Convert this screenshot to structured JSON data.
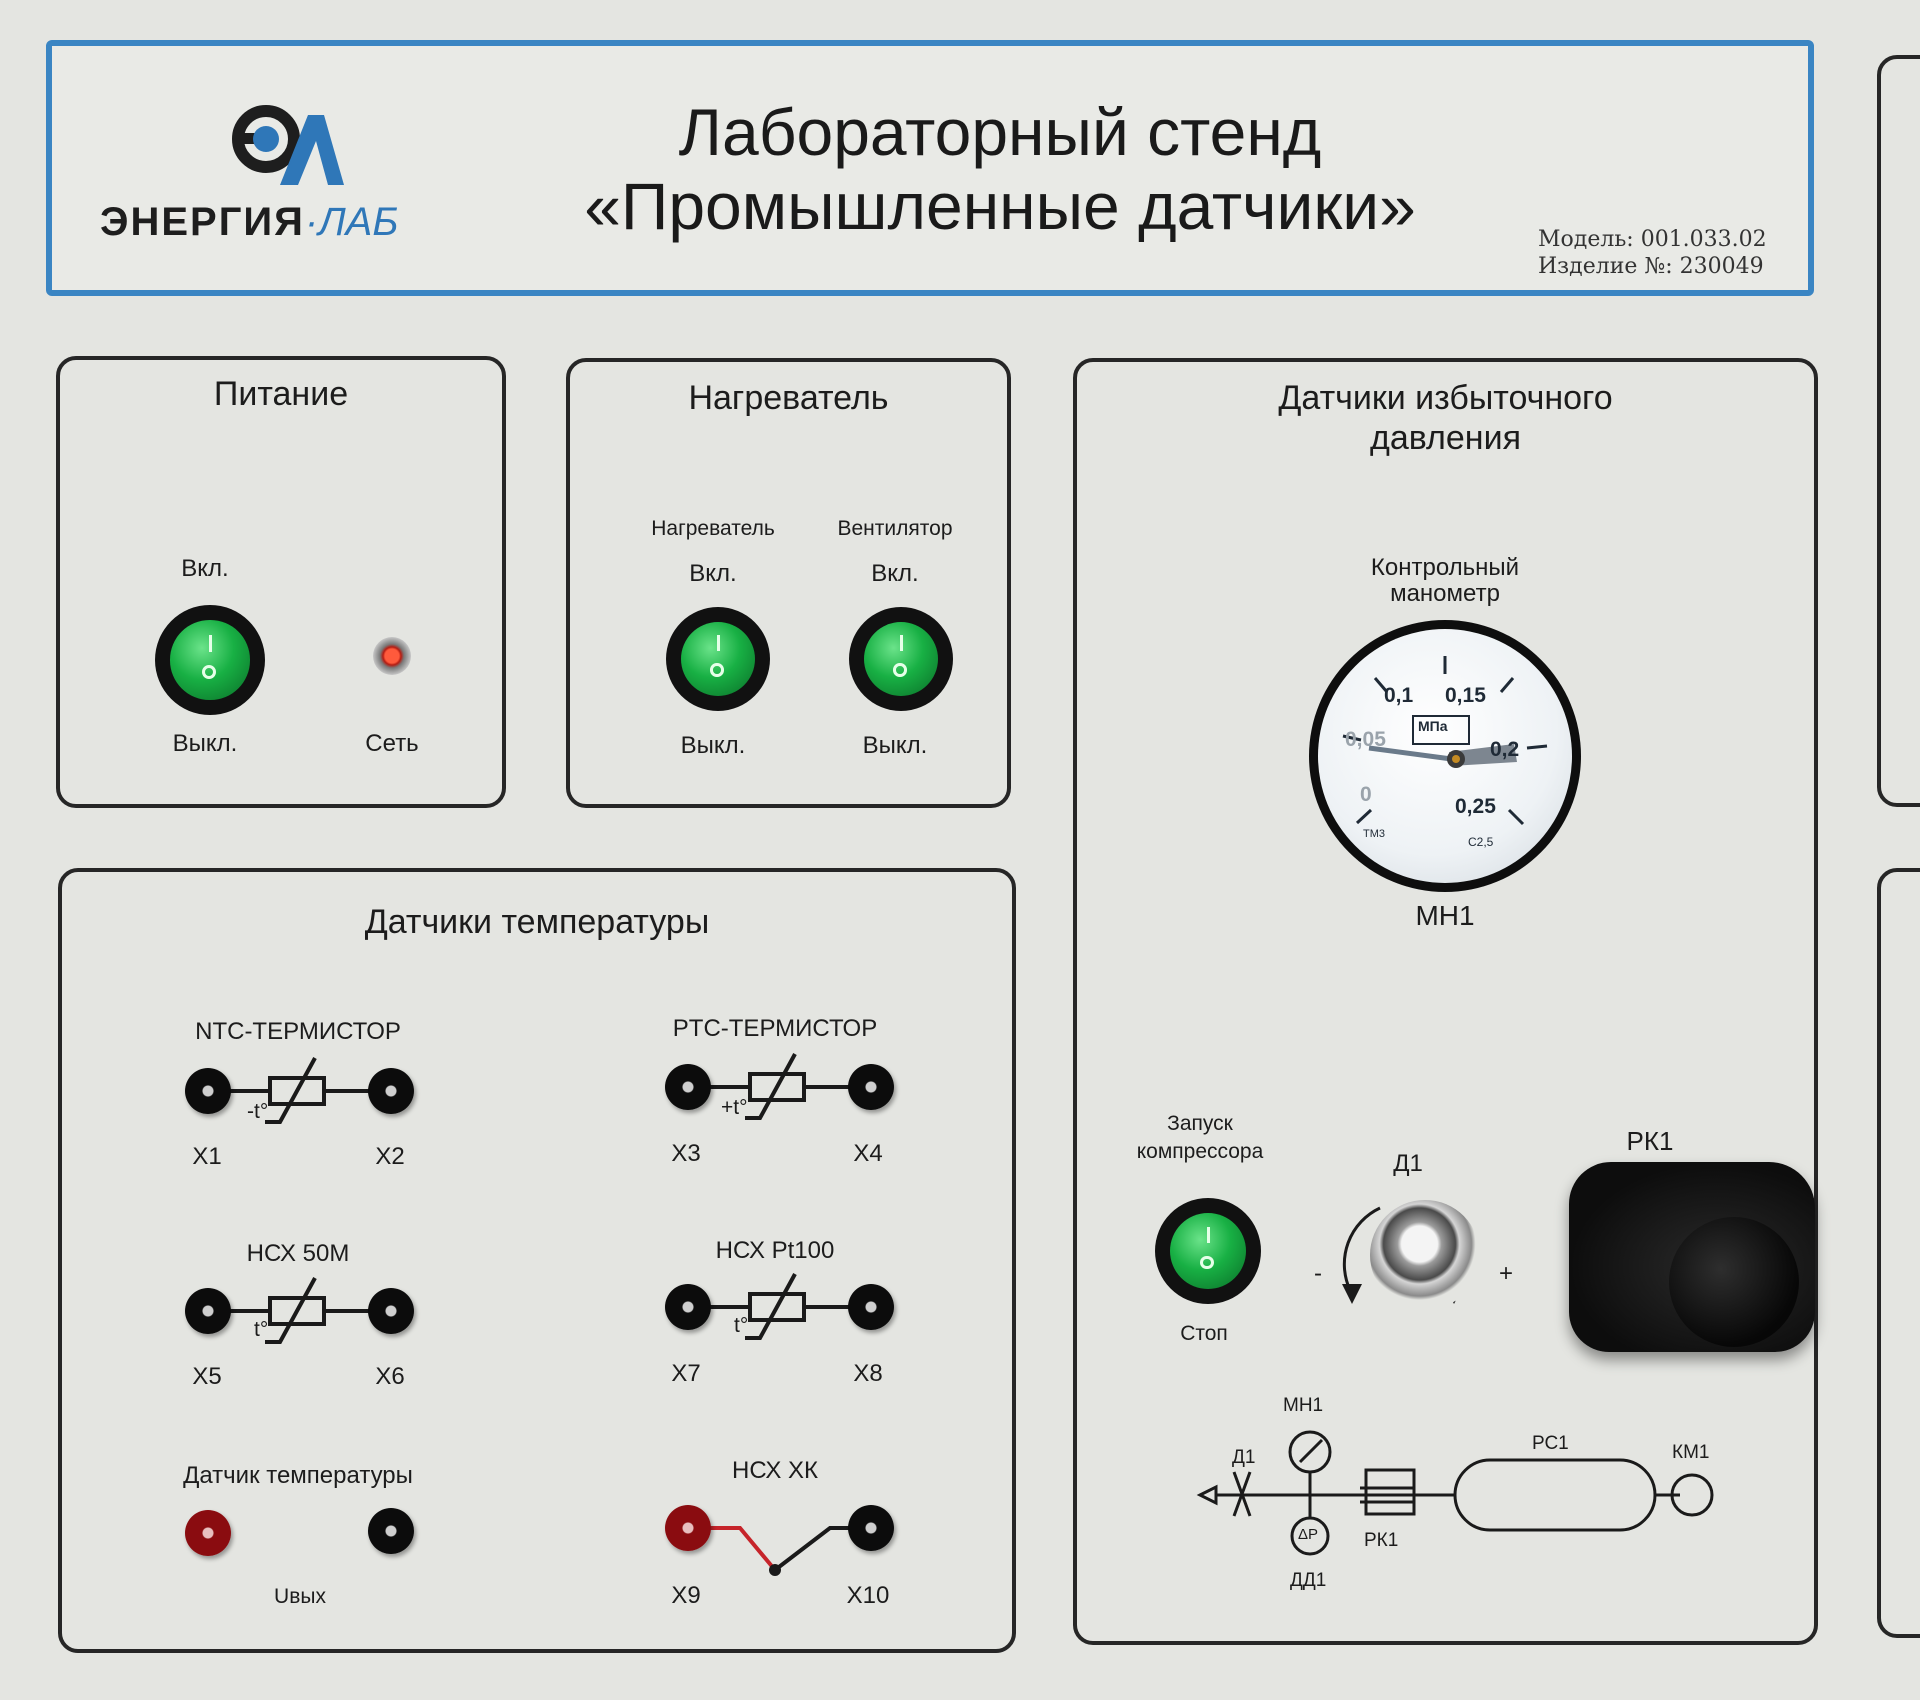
{
  "header": {
    "brand": "ЭНЕРГИЯ",
    "brand_suffix": "·ЛАБ",
    "title_line1": "Лабораторный стенд",
    "title_line2": "«Промышленные датчики»",
    "model": "Модель: 001.033.02",
    "serial": "Изделие №: 230049",
    "accent_color": "#3a85c3"
  },
  "power": {
    "title": "Питание",
    "on": "Вкл.",
    "off": "Выкл.",
    "network": "Сеть"
  },
  "heater": {
    "title": "Нагреватель",
    "heater_label": "Нагреватель",
    "fan_label": "Вентилятор",
    "on": "Вкл.",
    "off": "Выкл."
  },
  "temperature": {
    "title": "Датчики температуры",
    "ntc": "NTC-ТЕРМИСТОР",
    "ntc_sym": "-t°",
    "ptc": "PTC-ТЕРМИСТОР",
    "ptc_sym": "+t°",
    "ncx50m": "НСХ 50М",
    "ncxpt100": "НСХ Pt100",
    "tsym": "t°",
    "sensor": "Датчик температуры",
    "uout": "Uвых",
    "ncxxk": "НСХ ХК",
    "terminals": [
      "X1",
      "X2",
      "X3",
      "X4",
      "X5",
      "X6",
      "X7",
      "X8",
      "X9",
      "X10"
    ]
  },
  "pressure": {
    "title_line1": "Датчики избыточного",
    "title_line2": "давления",
    "gauge_label_1": "Контрольный",
    "gauge_label_2": "манометр",
    "gauge_name": "МН1",
    "gauge_ticks": [
      "0",
      "0,05",
      "0,1",
      "0,15",
      "0,2",
      "0,25"
    ],
    "gauge_unit": "МПа",
    "gauge_tm": "ТМ3",
    "gauge_class": "C2,5",
    "start_1": "Запуск",
    "start_2": "компрессора",
    "stop": "Стоп",
    "d1": "Д1",
    "minus": "-",
    "plus": "+",
    "rk1": "РК1",
    "scheme": {
      "mn1": "МН1",
      "d1": "Д1",
      "rc1": "РС1",
      "km1": "КМ1",
      "rk1": "РК1",
      "dd1": "ДД1",
      "dp": "ΔP"
    }
  }
}
